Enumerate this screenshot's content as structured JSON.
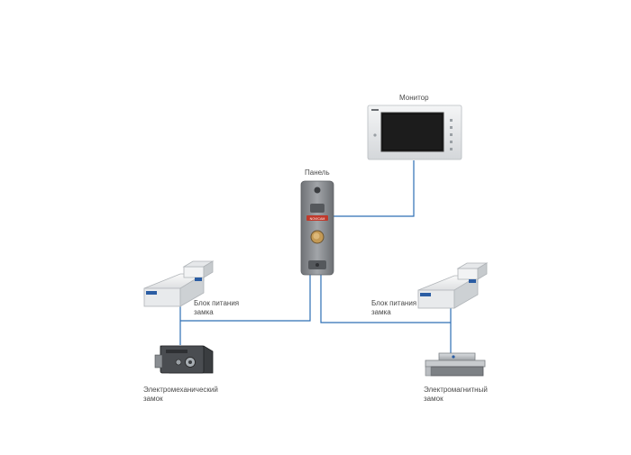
{
  "diagram": {
    "labels": {
      "monitor": "Монитор",
      "panel": "Панель",
      "power_left_line1": "Блок питания",
      "power_left_line2": "замка",
      "power_right_line1": "Блок питания",
      "power_right_line2": "замка",
      "lock_mech_line1": "Электромеханический",
      "lock_mech_line2": "замок",
      "lock_mag_line1": "Электромагнитный",
      "lock_mag_line2": "замок"
    },
    "panel_brand_text": "NOVICAM",
    "colors": {
      "wire": "#2d6fb5",
      "panel_body": "#8a8d91",
      "panel_badge": "#c0392b",
      "monitor_frame": "#e3e5e7",
      "screen": "#111111"
    }
  }
}
